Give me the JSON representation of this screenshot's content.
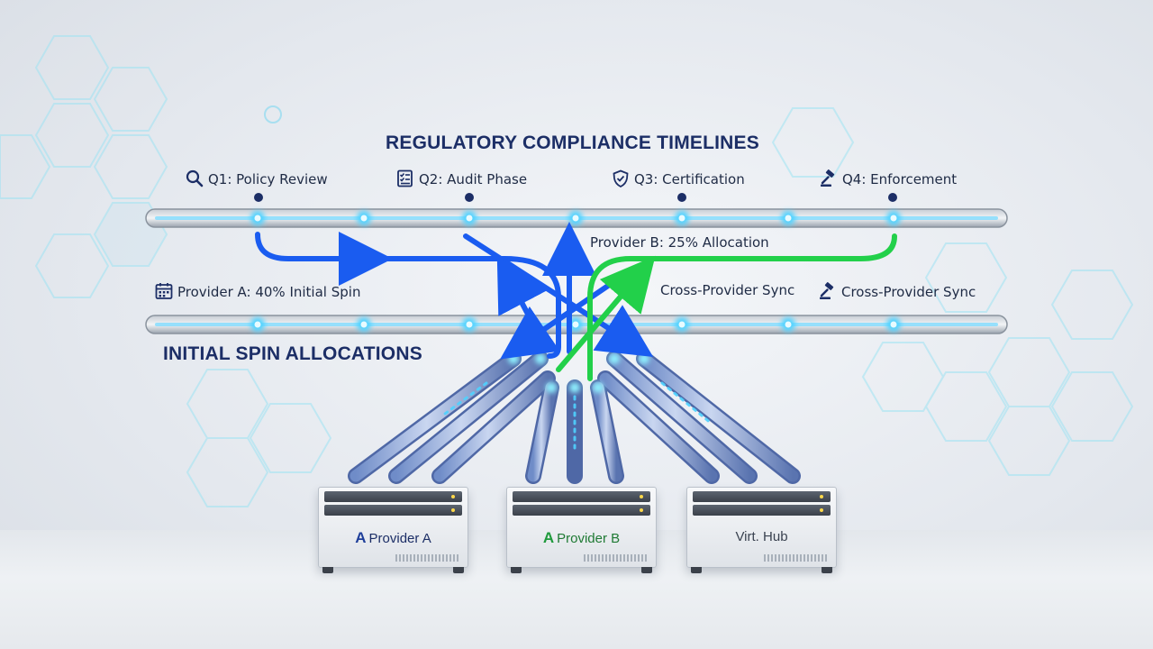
{
  "diagram": {
    "title": "REGULATORY COMPLIANCE TIMELINES",
    "subtitle": "INITIAL SPIN ALLOCATIONS",
    "phases": [
      {
        "label": "Q1: Policy Review",
        "icon": "magnifier-icon"
      },
      {
        "label": "Q2: Audit Phase",
        "icon": "checklist-icon"
      },
      {
        "label": "Q3: Certification",
        "icon": "shield-check-icon"
      },
      {
        "label": "Q4: Enforcement",
        "icon": "gavel-icon"
      }
    ],
    "flow_labels": {
      "provider_a_initial": "Provider A: 40% Initial Spin",
      "provider_b_allocation": "Provider B: 25% Allocation",
      "sync_1": "Cross-Provider Sync",
      "sync_2": "Cross-Provider Sync"
    },
    "servers": [
      {
        "name": "Provider A",
        "logo": "A",
        "color": "#1f3f9a"
      },
      {
        "name": "Provider B",
        "logo": "A",
        "color": "#1f9a3c"
      },
      {
        "name": "Virt. Hub",
        "logo": "",
        "color": "#3a4250"
      }
    ],
    "colors": {
      "blue_flow": "#1a5cf0",
      "green_flow": "#22d04a",
      "node_glow": "#4fd2ff",
      "title": "#1c2e66"
    }
  }
}
